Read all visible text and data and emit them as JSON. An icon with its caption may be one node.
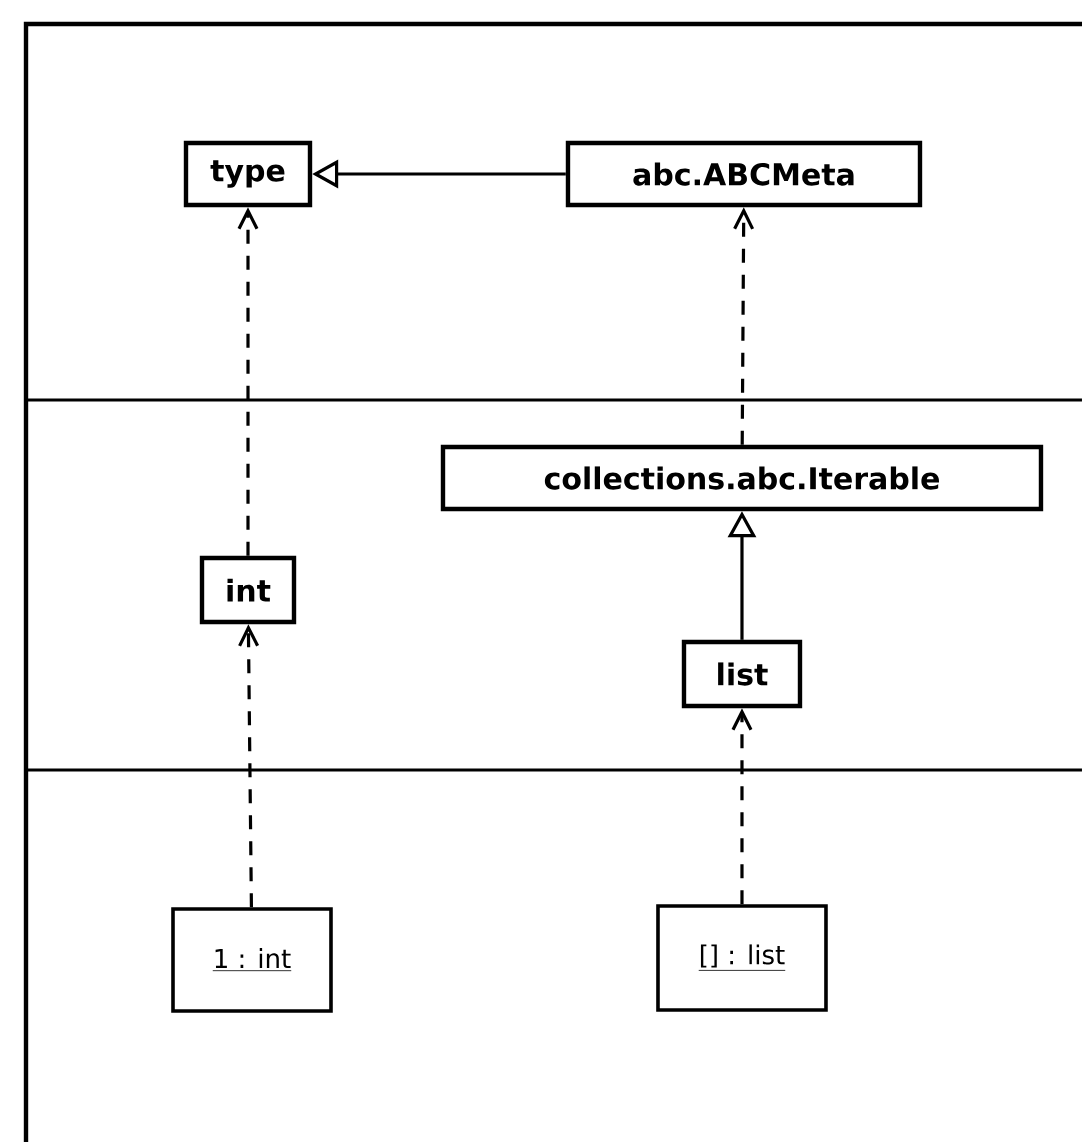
{
  "diagram": {
    "nodes": [
      {
        "text": [
          "type"
        ]
      },
      {
        "text": [
          "abc.ABCMeta"
        ]
      },
      {
        "text": [
          "collections.abc.Iterable"
        ]
      },
      {
        "text": [
          "int"
        ]
      },
      {
        "text": [
          "list"
        ]
      },
      {
        "text": [
          "1 : int"
        ]
      },
      {
        "text": [
          "[] : list"
        ]
      }
    ],
    "edges": [
      {
        "from": 1,
        "to": 0,
        "arrow": "to"
      },
      {
        "from": 3,
        "to": 0,
        "arrow": "to",
        "style": "dashed"
      },
      {
        "from": 2,
        "to": 1,
        "arrow": "to",
        "style": "dashed"
      },
      {
        "from": 4,
        "to": 2,
        "arrow": "to"
      },
      {
        "from": 5,
        "to": 3,
        "arrow": "to",
        "style": "dashed"
      },
      {
        "from": 6,
        "to": 4,
        "arrow": "to",
        "style": "dashed"
      }
    ]
  }
}
